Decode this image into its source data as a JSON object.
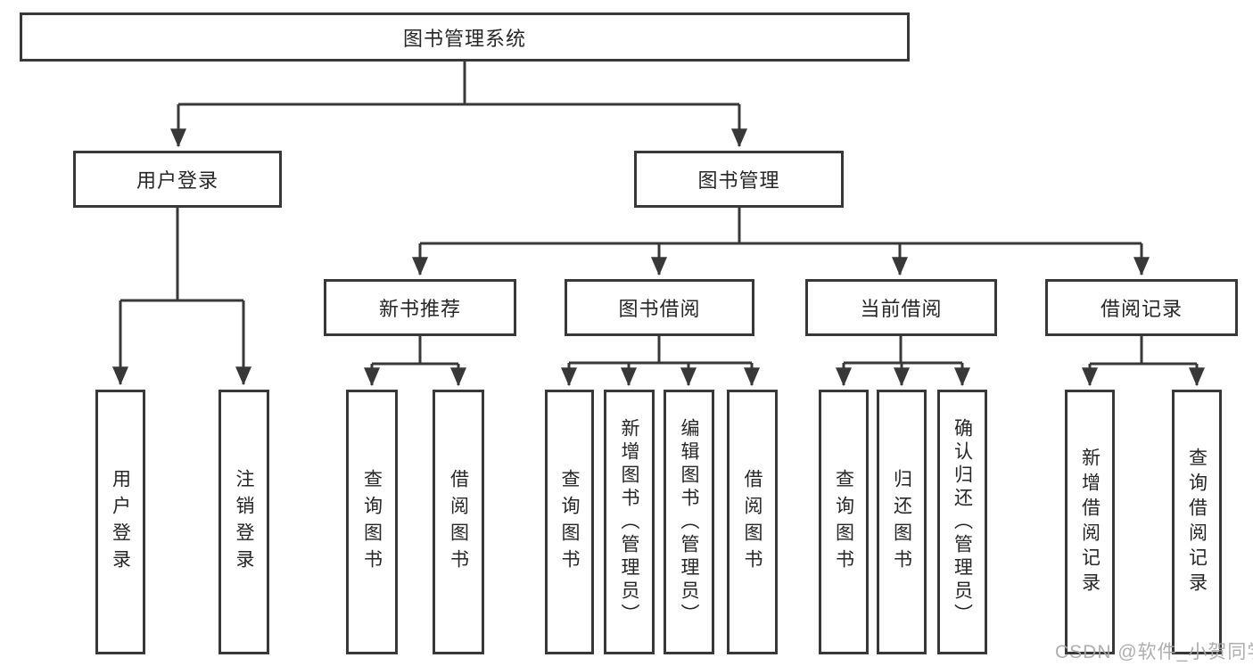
{
  "title": {
    "label": "图书管理系统"
  },
  "login": {
    "label": "用户登录",
    "children": [
      {
        "label": "用户登录"
      },
      {
        "label": "注销登录"
      }
    ]
  },
  "mgmt": {
    "label": "图书管理",
    "groups": [
      {
        "label": "新书推荐",
        "children": [
          {
            "label": "查询图书"
          },
          {
            "label": "借阅图书"
          }
        ]
      },
      {
        "label": "图书借阅",
        "children": [
          {
            "label": "查询图书"
          },
          {
            "label": "新增图书（管理员）"
          },
          {
            "label": "编辑图书（管理员）"
          },
          {
            "label": "借阅图书"
          }
        ]
      },
      {
        "label": "当前借阅",
        "children": [
          {
            "label": "查询图书"
          },
          {
            "label": "归还图书"
          },
          {
            "label": "确认归还（管理员）"
          }
        ]
      },
      {
        "label": "借阅记录",
        "children": [
          {
            "label": "新增借阅记录"
          },
          {
            "label": "查询借阅记录"
          }
        ]
      }
    ]
  },
  "watermark": {
    "text": "CSDN @软件_小贺同学"
  },
  "colors": {
    "line": "#383838",
    "text": "#262626",
    "watermark": "#a8a6a6",
    "background": "#ffffff"
  }
}
